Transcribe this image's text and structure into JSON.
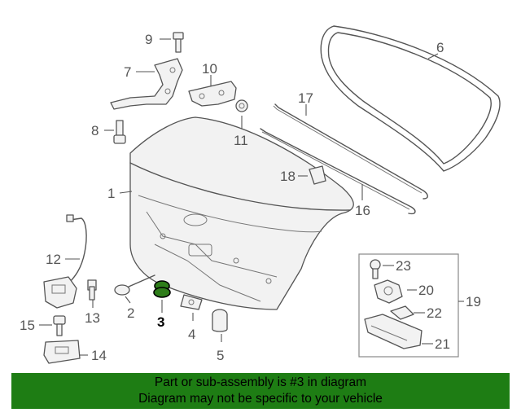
{
  "highlighted_part": "3",
  "highlight_color": "#2e7d1a",
  "banner_color": "#1e7d14",
  "banner": {
    "line1": "Part or sub-assembly is #3 in diagram",
    "line2": "Diagram may not be specific to your vehicle"
  },
  "callouts": {
    "p1": "1",
    "p2": "2",
    "p3": "3",
    "p4": "4",
    "p5": "5",
    "p6": "6",
    "p7": "7",
    "p8": "8",
    "p9": "9",
    "p10": "10",
    "p11": "11",
    "p12": "12",
    "p13": "13",
    "p14": "14",
    "p15": "15",
    "p16": "16",
    "p17": "17",
    "p18": "18",
    "p19": "19",
    "p20": "20",
    "p21": "21",
    "p22": "22",
    "p23": "23"
  }
}
